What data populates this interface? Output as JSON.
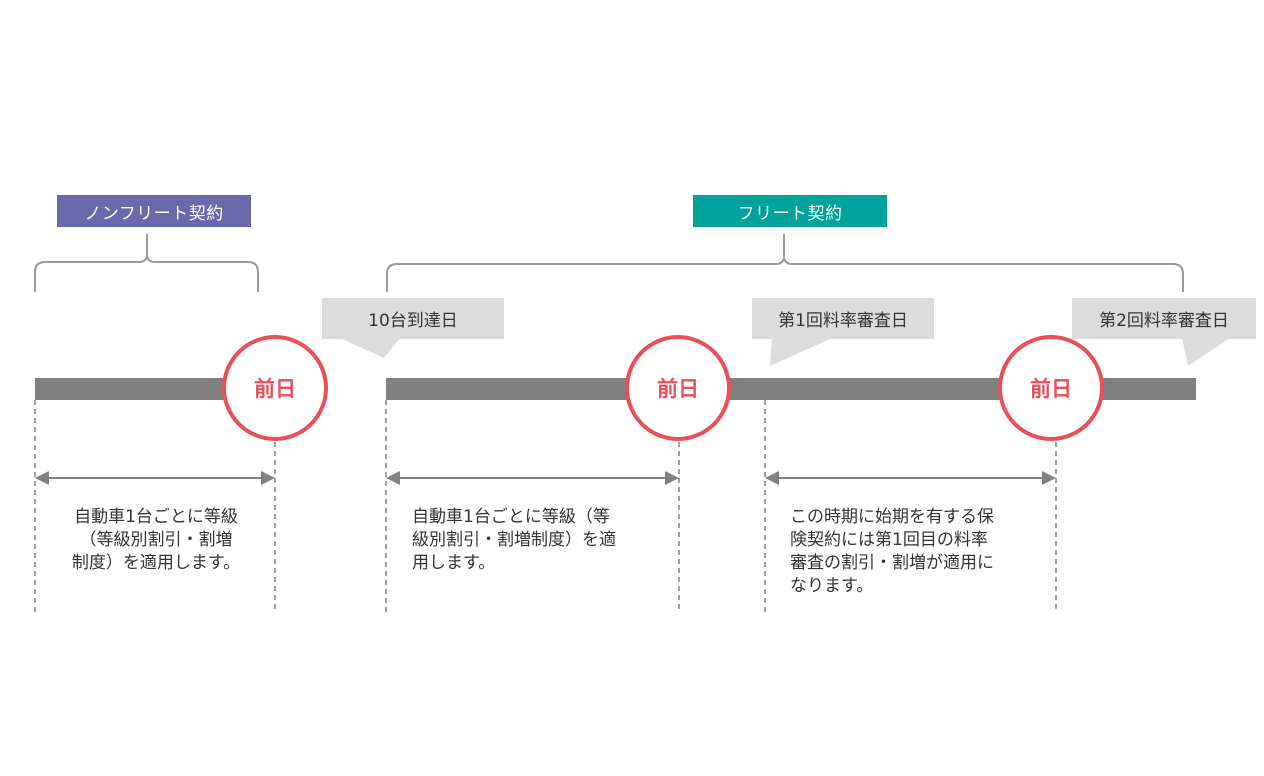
{
  "labels": {
    "nonfleet": "ノンフリート契約",
    "fleet": "フリート契約"
  },
  "callouts": {
    "reach10": "10台到達日",
    "review1": "第1回料率審査日",
    "review2": "第2回料率審査日"
  },
  "day_before": "前日",
  "descriptions": {
    "nonfleet": [
      "自動車1台ごとに等級",
      "（等級別割引・割増",
      "制度）を適用します。"
    ],
    "fleet_first": [
      "自動車1台ごとに等級（等",
      "級別割引・割増制度）を適",
      "用します。"
    ],
    "fleet_review": [
      "この時期に始期を有する保",
      "険契約には第1回目の料率",
      "審査の割引・割増が適用に",
      "なります。"
    ]
  },
  "colors": {
    "nonfleet_accent": "#6a67aa",
    "fleet_accent": "#00a39b",
    "marker": "#e8505b",
    "timeline": "#808080",
    "callout_bg": "#dcdcdc"
  }
}
